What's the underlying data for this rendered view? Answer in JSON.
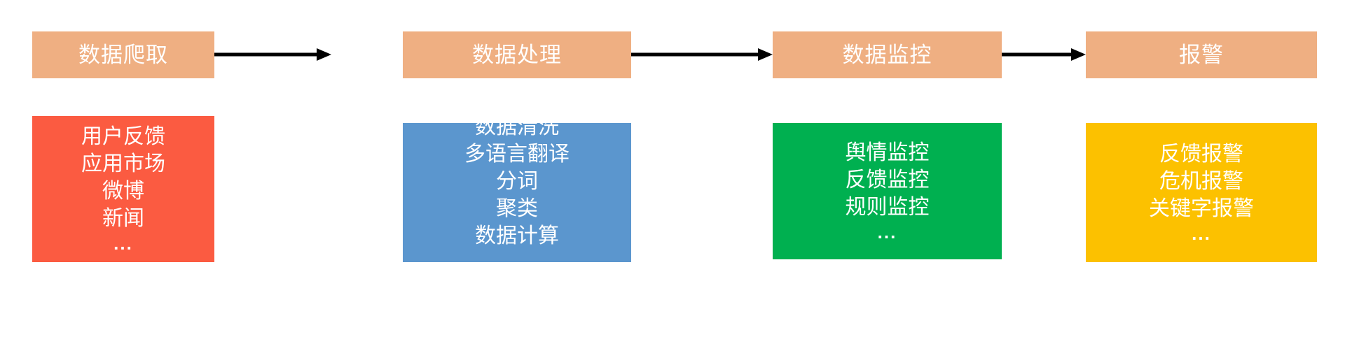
{
  "diagram": {
    "title_flow": [
      "数据爬取",
      "数据处理",
      "数据监控",
      "报警"
    ],
    "colors": {
      "header": "#efaf82",
      "arrow": "#000000",
      "stage1_body": "#fb5b41",
      "stage2_body": "#5b96ce",
      "stage3_body": "#00b050",
      "stage4_body": "#fcc100",
      "text": "#ffffff",
      "background": "#ffffff"
    },
    "stages": [
      {
        "id": "stage-data-crawling",
        "header": "数据爬取",
        "items": [
          "用户反馈",
          "应用市场",
          "微博",
          "新闻",
          "..."
        ]
      },
      {
        "id": "stage-data-processing",
        "header": "数据处理",
        "items": [
          "数据清洗",
          "多语言翻译",
          "分词",
          "聚类",
          "数据计算",
          "..."
        ]
      },
      {
        "id": "stage-data-monitoring",
        "header": "数据监控",
        "items": [
          "舆情监控",
          "反馈监控",
          "规则监控",
          "..."
        ]
      },
      {
        "id": "stage-alerting",
        "header": "报警",
        "items": [
          "反馈报警",
          "危机报警",
          "关键字报警",
          "..."
        ]
      }
    ],
    "connectors": [
      {
        "from": "数据爬取",
        "to": "数据处理",
        "label": ""
      },
      {
        "from": "数据处理",
        "to": "数据监控",
        "label": ""
      },
      {
        "from": "数据监控",
        "to": "报警",
        "label": ""
      }
    ]
  }
}
